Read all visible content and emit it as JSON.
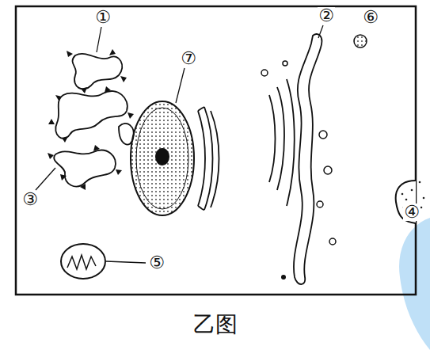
{
  "diagram": {
    "caption": "乙图",
    "labels": [
      "①",
      "②",
      "⑥",
      "⑦",
      "③",
      "⑤",
      "④"
    ]
  }
}
